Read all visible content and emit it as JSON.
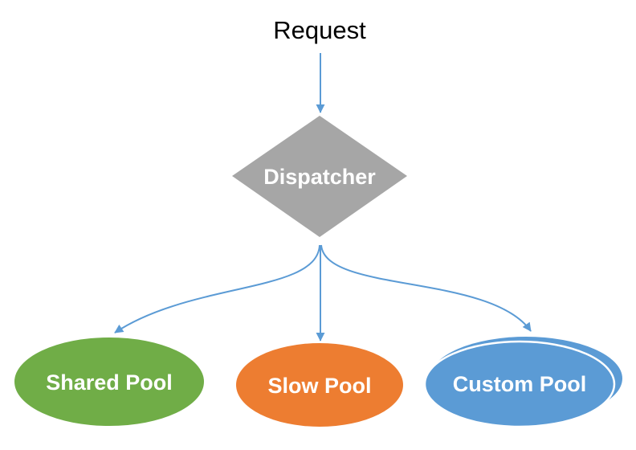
{
  "request": {
    "label": "Request"
  },
  "dispatcher": {
    "label": "Dispatcher",
    "color": "#a6a6a6"
  },
  "pools": [
    {
      "label": "Shared Pool",
      "color": "#70ad47"
    },
    {
      "label": "Slow Pool",
      "color": "#ed7d31"
    },
    {
      "label": "Custom Pool",
      "color": "#5b9bd5"
    }
  ],
  "connector_color": "#5b9bd5"
}
